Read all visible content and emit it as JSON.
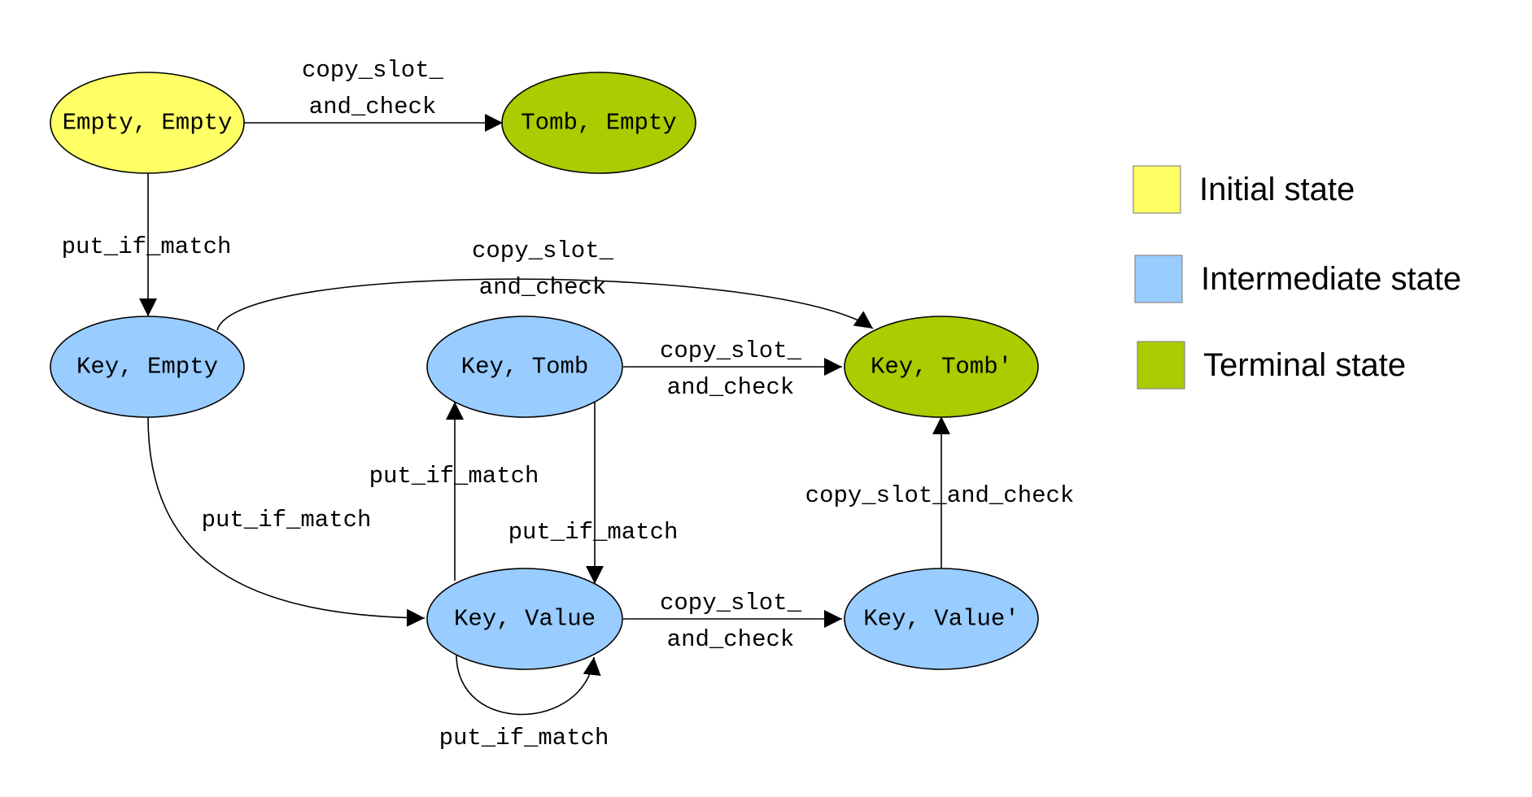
{
  "colors": {
    "initial": "#ffff66",
    "intermediate": "#99ccff",
    "terminal": "#aacc00"
  },
  "nodes": {
    "empty_empty": {
      "label": "Empty, Empty",
      "kind": "initial"
    },
    "tomb_empty": {
      "label": "Tomb, Empty",
      "kind": "terminal"
    },
    "key_empty": {
      "label": "Key, Empty",
      "kind": "intermediate"
    },
    "key_tomb": {
      "label": "Key, Tomb",
      "kind": "intermediate"
    },
    "key_tomb_prime": {
      "label": "Key, Tomb'",
      "kind": "terminal"
    },
    "key_value": {
      "label": "Key, Value",
      "kind": "intermediate"
    },
    "key_value_prime": {
      "label": "Key, Value'",
      "kind": "intermediate"
    }
  },
  "edges": {
    "e1": {
      "from": "Empty, Empty",
      "to": "Tomb, Empty",
      "label_line1": "copy_slot_",
      "label_line2": "and_check"
    },
    "e2": {
      "from": "Empty, Empty",
      "to": "Key, Empty",
      "label": "put_if_match"
    },
    "e3": {
      "from": "Key, Empty",
      "to": "Key, Tomb'",
      "label_line1": "copy_slot_",
      "label_line2": "and_check"
    },
    "e4": {
      "from": "Key, Tomb",
      "to": "Key, Tomb'",
      "label_line1": "copy_slot_",
      "label_line2": "and_check"
    },
    "e5": {
      "from": "Key, Empty",
      "to": "Key, Value",
      "label": "put_if_match"
    },
    "e6": {
      "from": "Key, Value",
      "to": "Key, Tomb",
      "label": "put_if_match"
    },
    "e7": {
      "from": "Key, Tomb",
      "to": "Key, Value",
      "label": "put_if_match"
    },
    "e8": {
      "from": "Key, Value'",
      "to": "Key, Tomb'",
      "label": "copy_slot_and_check"
    },
    "e9": {
      "from": "Key, Value",
      "to": "Key, Value'",
      "label_line1": "copy_slot_",
      "label_line2": "and_check"
    },
    "e10": {
      "from": "Key, Value",
      "to": "Key, Value",
      "label": "put_if_match"
    }
  },
  "legend": {
    "initial": "Initial state",
    "intermediate": "Intermediate state",
    "terminal": "Terminal state"
  }
}
